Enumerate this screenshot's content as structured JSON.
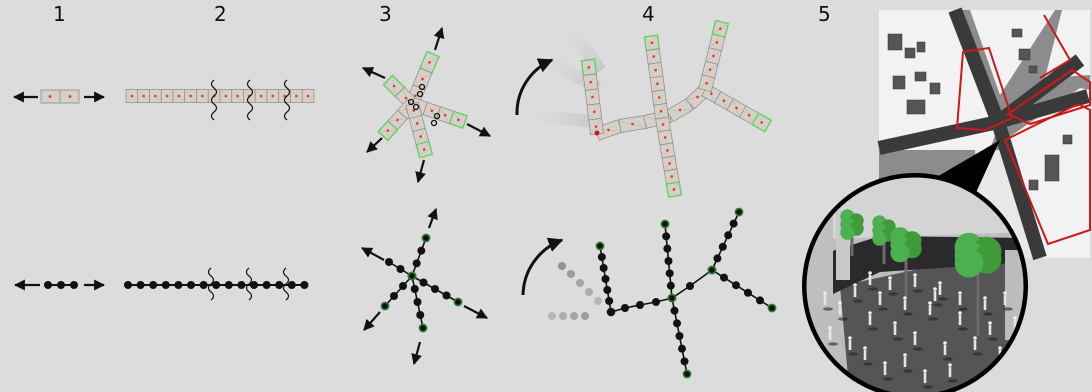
{
  "steps": [
    {
      "number": "1"
    },
    {
      "number": "2"
    },
    {
      "number": "3"
    },
    {
      "number": "4"
    },
    {
      "number": "5"
    }
  ],
  "colors": {
    "background": "#dcdcdc",
    "tile_fill": "#d6d0c8",
    "tile_border": "#8a8a8a",
    "endpoint_border": "#5fd35f",
    "node_marker": "#e23a2a",
    "node_dot": "#111111",
    "endpoint_dot": "#2e7d2e",
    "street_boundary": "#cc1a1a",
    "road": "#3a3a3a",
    "vegetation": "#4caf50"
  },
  "icons": [
    "arrow-icon",
    "rotation-arrow-icon",
    "handle-icon",
    "tree-icon",
    "pedestrian-icon",
    "building-icon"
  ]
}
